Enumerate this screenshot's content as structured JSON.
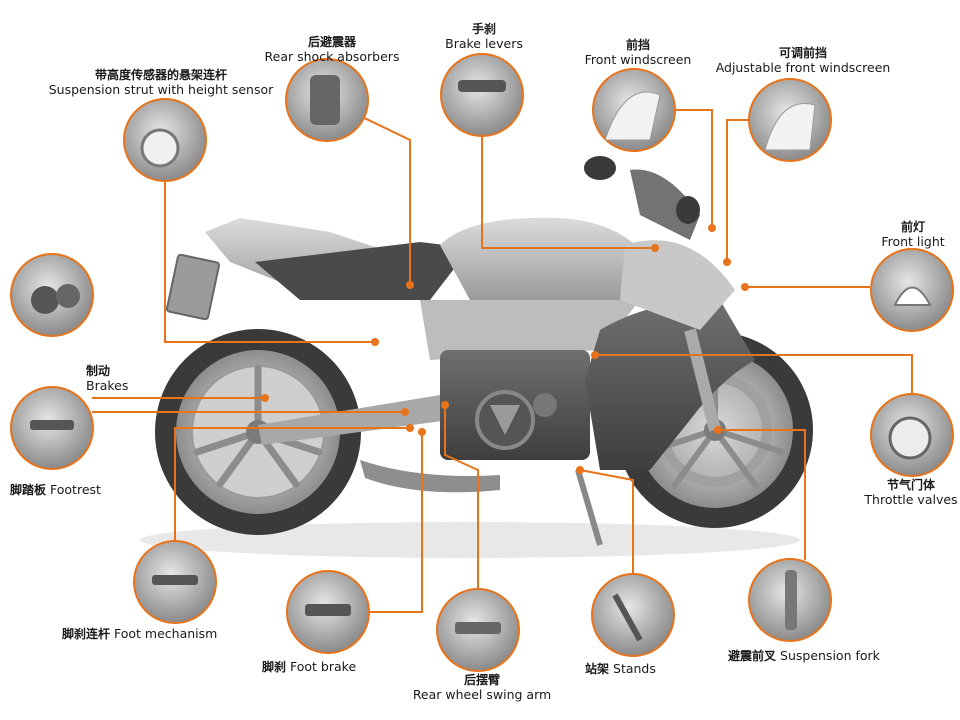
{
  "accent_color": "#e8731a",
  "callouts": [
    {
      "id": "rear-shock-absorbers",
      "zh": "后避震器",
      "en": "Rear shock absorbers"
    },
    {
      "id": "brake-levers",
      "zh": "手刹",
      "en": "Brake levers"
    },
    {
      "id": "front-windscreen",
      "zh": "前挡",
      "en": "Front windscreen"
    },
    {
      "id": "adjustable-front-windscreen",
      "zh": "可调前挡",
      "en": "Adjustable front  windscreen"
    },
    {
      "id": "suspension-strut",
      "zh": "带高度传感器的悬架连杆",
      "en": "Suspension strut with height sensor"
    },
    {
      "id": "front-light",
      "zh": "前灯",
      "en": "Front light"
    },
    {
      "id": "brakes",
      "zh": "制动",
      "en": "Brakes"
    },
    {
      "id": "footrest",
      "zh": "脚踏板",
      "en": "Footrest"
    },
    {
      "id": "throttle-valves",
      "zh": "节气门体",
      "en": "Throttle valves"
    },
    {
      "id": "foot-mechanism",
      "zh": "脚刹连杆",
      "en": "Foot mechanism"
    },
    {
      "id": "foot-brake",
      "zh": "脚刹",
      "en": "Foot brake"
    },
    {
      "id": "rear-wheel-swing-arm",
      "zh": "后摆臂",
      "en": "Rear wheel swing arm"
    },
    {
      "id": "stands",
      "zh": "站架",
      "en": "Stands"
    },
    {
      "id": "suspension-fork",
      "zh": "避震前叉",
      "en": "Suspension fork"
    }
  ]
}
